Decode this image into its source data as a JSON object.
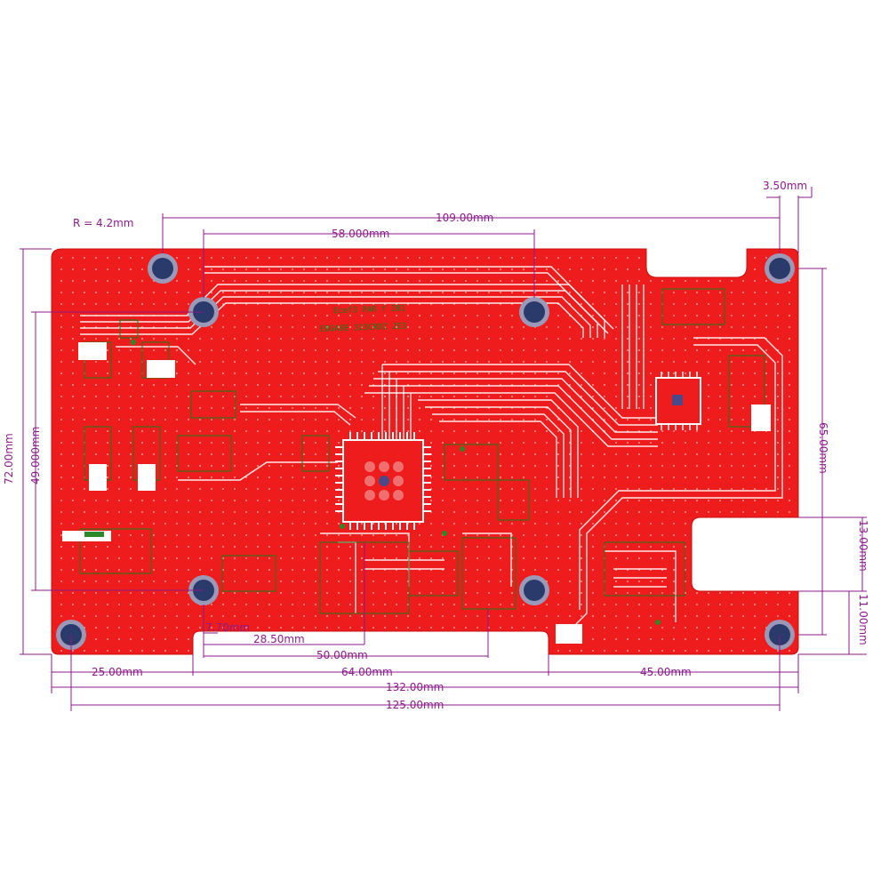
{
  "colors": {
    "board": "#ee1c1c",
    "dimension": "#8b1a8b",
    "hole_ring": "#5a5a8a",
    "hole_center": "#2a3a6a",
    "silkscreen": "#1a7a1a",
    "trace": "#ffffff"
  },
  "icons": {
    "mounting_hole": "mounting-hole-icon",
    "main_ic": "qfp-ic-icon",
    "secondary_ic": "qfn-ic-icon"
  },
  "silkscreen": {
    "line1": "Ecef3 PAR f 2B1",
    "line2": "EBGA9E 323CRDZ 2E3"
  },
  "dimensions": {
    "radius": "R = 4.2mm",
    "d_3_50": "3.50mm",
    "d_109": "109.00mm",
    "d_58": "58.000mm",
    "d_72": "72.00mm",
    "d_49": "49.000mm",
    "d_65": "65.00mm",
    "d_13": "13.00mm",
    "d_11": "11.00mm",
    "d_7_70": "7.70mm",
    "d_28_50": "28.50mm",
    "d_50": "50.00mm",
    "d_25": "25.00mm",
    "d_64": "64.00mm",
    "d_45": "45.00mm",
    "d_132": "132.00mm",
    "d_125": "125.00mm"
  }
}
